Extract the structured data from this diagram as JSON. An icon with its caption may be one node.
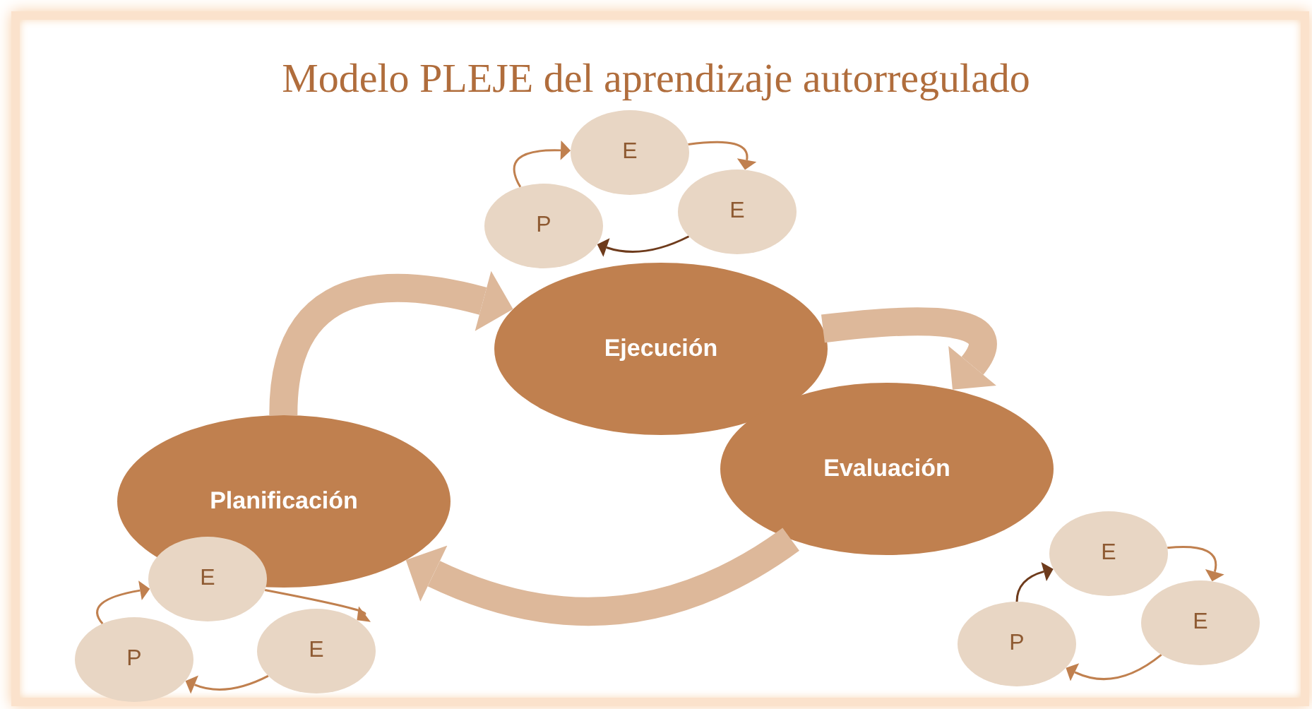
{
  "diagram": {
    "title": "Modelo PLEJE del aprendizaje autorregulado",
    "nodes": [
      {
        "text": [
          "Ejecución"
        ]
      },
      {
        "text": [
          "P"
        ]
      },
      {
        "text": [
          "E"
        ]
      },
      {
        "text": [
          "E"
        ]
      },
      {
        "text": [
          "Planificación"
        ]
      },
      {
        "text": [
          "E"
        ]
      },
      {
        "text": [
          "P"
        ]
      },
      {
        "text": [
          "E"
        ]
      },
      {
        "text": [
          "Evaluación"
        ]
      },
      {
        "text": [
          "E"
        ]
      },
      {
        "text": [
          "P"
        ]
      },
      {
        "text": [
          "E"
        ]
      }
    ],
    "edges": [
      {
        "from": 4,
        "to": 0,
        "arrow": "to",
        "style": "thick",
        "color": "#ddb89a"
      },
      {
        "from": 0,
        "to": 8,
        "arrow": "to",
        "style": "thick",
        "color": "#ddb89a"
      },
      {
        "from": 8,
        "to": 4,
        "arrow": "to",
        "style": "thick",
        "color": "#ddb89a"
      },
      {
        "from": 1,
        "to": 2,
        "arrow": "to"
      },
      {
        "from": 2,
        "to": 3,
        "arrow": "to"
      },
      {
        "from": 3,
        "to": 1,
        "arrow": "to",
        "color": "#6e3b1c"
      },
      {
        "from": 6,
        "to": 5,
        "arrow": "to"
      },
      {
        "from": 5,
        "to": 7,
        "arrow": "to"
      },
      {
        "from": 7,
        "to": 6,
        "arrow": "to"
      },
      {
        "from": 10,
        "to": 9,
        "arrow": "to",
        "color": "#6e3b1c"
      },
      {
        "from": 9,
        "to": 11,
        "arrow": "to"
      },
      {
        "from": 11,
        "to": 10,
        "arrow": "to"
      }
    ]
  }
}
